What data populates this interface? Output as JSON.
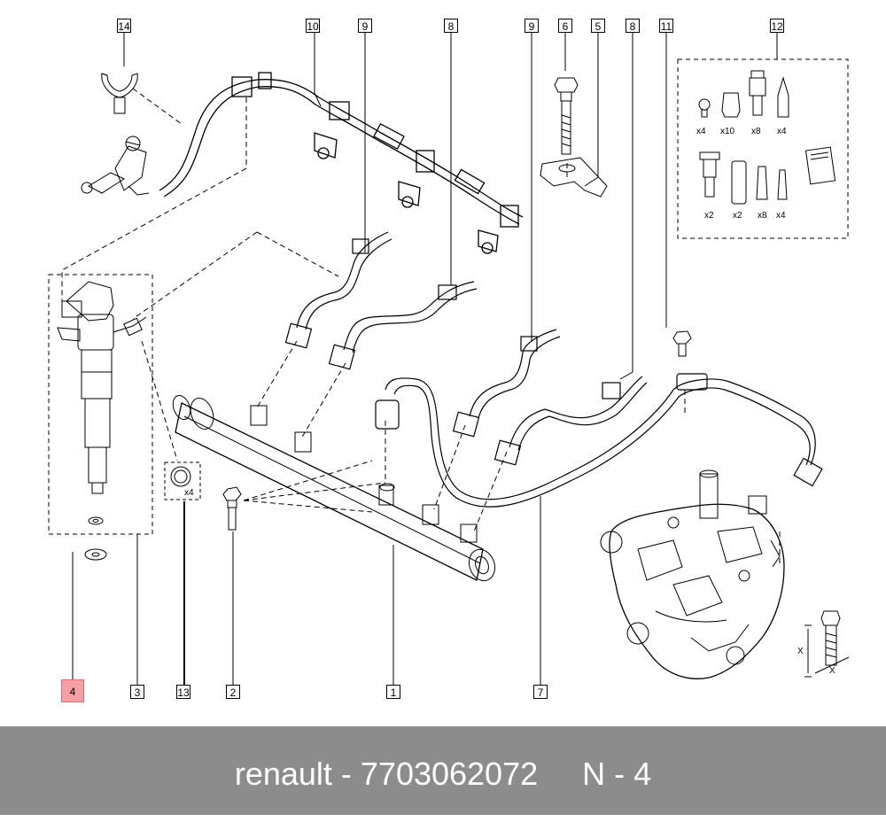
{
  "callouts": {
    "c1": "1",
    "c2": "2",
    "c3": "3",
    "c4": "4",
    "c5": "5",
    "c6": "6",
    "c7": "7",
    "c8a": "8",
    "c8b": "8",
    "c9a": "9",
    "c9b": "9",
    "c10": "10",
    "c11": "11",
    "c12": "12",
    "c13": "13",
    "c14": "14"
  },
  "quantities": {
    "q_seal": "x4",
    "kit_row1": [
      "x4",
      "x10",
      "x8",
      "x4"
    ],
    "kit_row2": [
      "x2",
      "x2",
      "x8",
      "x4"
    ]
  },
  "dimension_labels": [
    "X",
    "X"
  ],
  "footer": {
    "brand": "renault",
    "part_number": "7703062072",
    "position": "N - 4",
    "text": "renault - 7703062072     N - 4"
  },
  "colors": {
    "footer_bg": "#8c8c8c",
    "footer_text": "#ffffff",
    "highlight_fill": "#f4a0a4",
    "highlight_border": "#e56a72"
  }
}
